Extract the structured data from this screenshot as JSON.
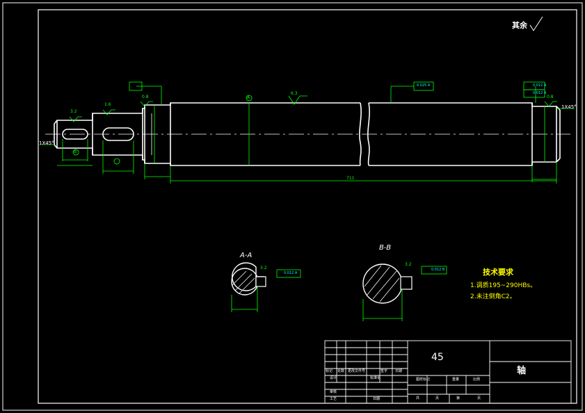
{
  "title_block": {
    "material": "45",
    "part_name": "轴",
    "row_labels": [
      "标记",
      "处数",
      "更改文件号",
      "签字",
      "日期"
    ],
    "row_labels_2": [
      "设计",
      "标准化"
    ],
    "row_labels_3": [
      "审核"
    ],
    "row_labels_4": [
      "工艺",
      "日期"
    ],
    "right_labels": [
      "图样标记",
      "重量",
      "比例"
    ],
    "bottom_labels": [
      "共",
      "页",
      "第",
      "页"
    ]
  },
  "notes": {
    "heading": "技术要求",
    "items": [
      "1.调质195~290HBs。",
      "2.未注倒角C2。"
    ]
  },
  "roughness_other": "其余",
  "sections": {
    "a_label": "A-A",
    "b_label": "B-B"
  },
  "dimensions": {
    "overall_length": "711",
    "chamfer_left": "1X45°",
    "chamfer_right": "1X45°",
    "rough_a": "3.2",
    "rough_b": "1.6",
    "rough_c": "0.8",
    "rough_d": "6.3",
    "rough_e": "0.8",
    "rough_s1": "3.2",
    "rough_s2": "3.2",
    "tol_a": "0.012 A",
    "tol_b": "0.012 B",
    "tol_main": "0.025 A",
    "tol_r1": "0.012 A",
    "tol_r2": "0.012 A",
    "datum_a": "A",
    "datum_b": "B"
  },
  "colors": {
    "background": "#000000",
    "outline": "#ffffff",
    "dimension": "#00ff00",
    "symbol": "#00ffff"
  }
}
